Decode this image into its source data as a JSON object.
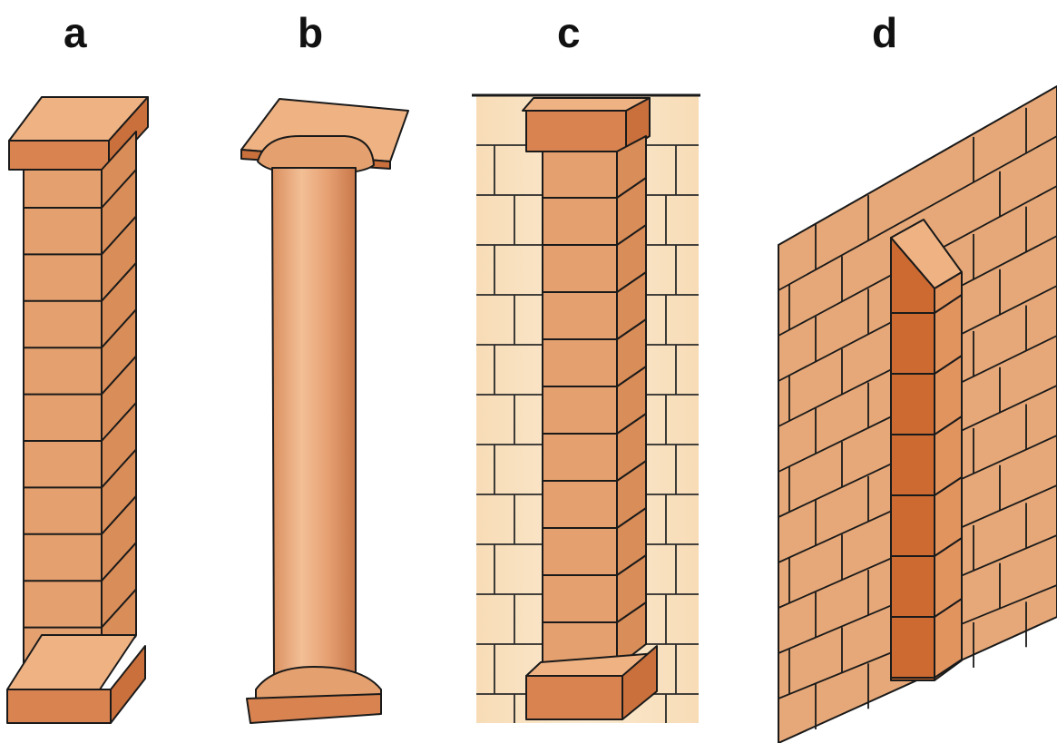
{
  "panels": [
    {
      "label": "a"
    },
    {
      "label": "b"
    },
    {
      "label": "c"
    },
    {
      "label": "d"
    }
  ],
  "colors": {
    "brick_front": "#e4a06e",
    "brick_side": "#d98d58",
    "brick_top": "#eeb283",
    "brick_dark": "#cc6a32",
    "wall_light": "#f9e4c4",
    "outline": "#1a1a1a"
  }
}
